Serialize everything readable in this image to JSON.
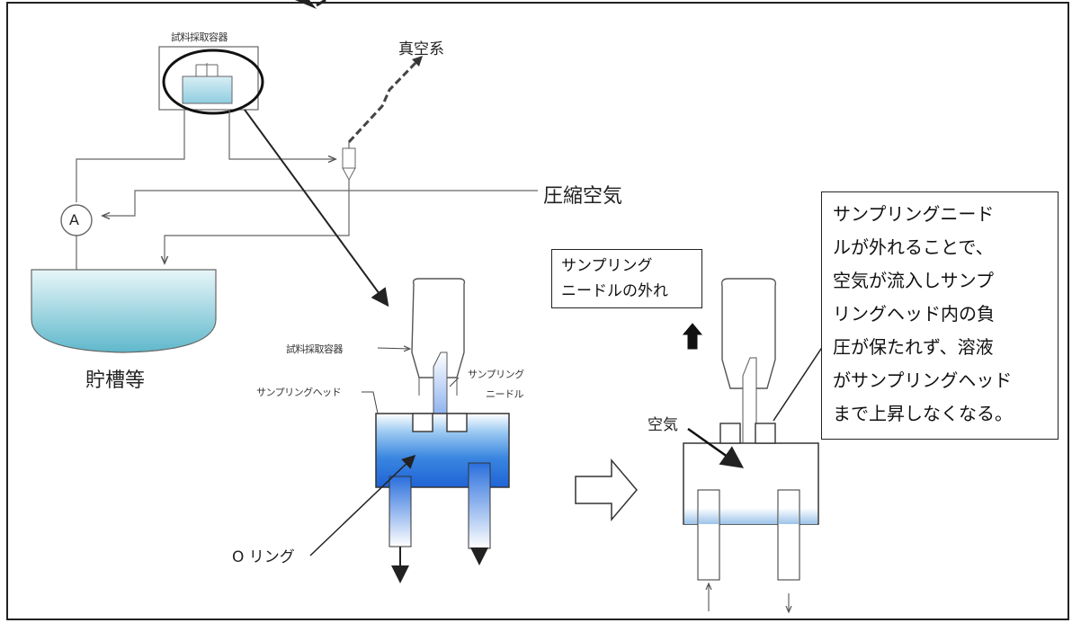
{
  "labels": {
    "sampling_device": "試料採取容器",
    "vacuum": "真空系",
    "compressed_air": "圧縮空気",
    "ammeter": "A",
    "storage_tank": "貯槽等",
    "sample_container": "試料採取容器",
    "sampling_needle_line1": "サンプリング",
    "sampling_needle_line2": "ニードル",
    "sampling_head": "サンプリングヘッド",
    "o_ring": "O リング",
    "air": "空気"
  },
  "callouts": {
    "needle_detached": [
      "サンプリング",
      "ニードルの外れ"
    ],
    "explanation": [
      "サンプリングニード",
      "ルが外れることで、",
      "空気が流入しサンプ",
      "リングヘッド内の負",
      "圧が保たれず、溶液",
      "がサンプリングヘッド",
      "まで上昇しなくなる。"
    ]
  },
  "colors": {
    "liquid_top": "#ffffff",
    "liquid_blue": "#3b8fe0",
    "liquid_dark": "#1e5fd6",
    "tank_light": "#dff3f7",
    "tank_blue": "#66bfd0",
    "line": "#222222",
    "pipe": "#666666"
  }
}
